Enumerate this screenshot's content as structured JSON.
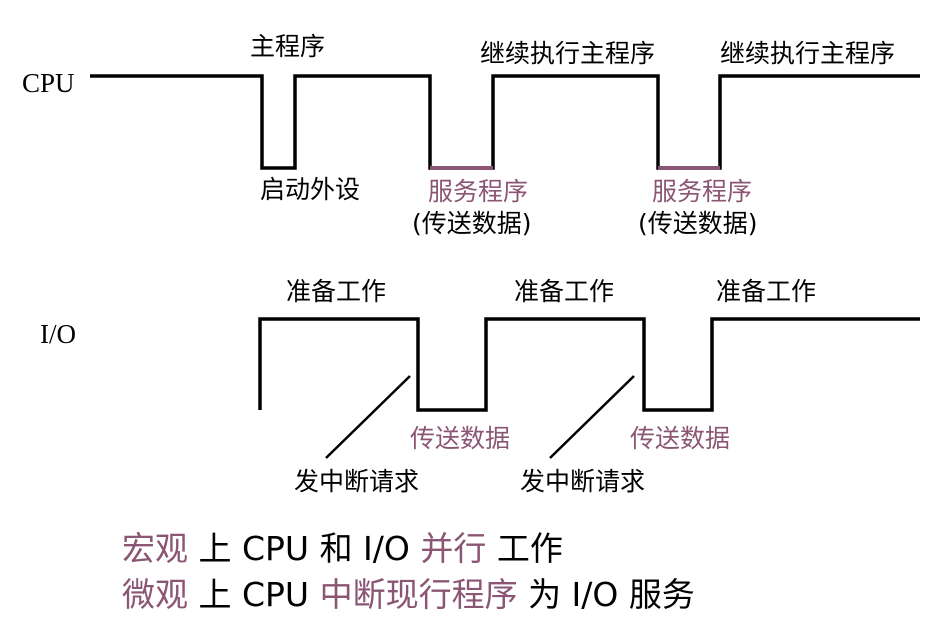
{
  "colors": {
    "ink": "#000000",
    "accent": "#8b5674"
  },
  "cpu": {
    "row_label": "CPU",
    "main_program": "主程序",
    "start_device": "启动外设",
    "continue_main_1": "继续执行主程序",
    "continue_main_2": "继续执行主程序",
    "service_1": "服务程序",
    "service_1_sub": "(传送数据)",
    "service_2": "服务程序",
    "service_2_sub": "(传送数据)"
  },
  "io": {
    "row_label": "I/O",
    "prepare_1": "准备工作",
    "prepare_2": "准备工作",
    "prepare_3": "准备工作",
    "transfer_1": "传送数据",
    "transfer_2": "传送数据",
    "interrupt_1": "发中断请求",
    "interrupt_2": "发中断请求"
  },
  "summary": {
    "line1": [
      {
        "text": "宏观",
        "accent": true
      },
      {
        "text": " 上 CPU 和 I/O ",
        "accent": false
      },
      {
        "text": "并行",
        "accent": true
      },
      {
        "text": " 工作",
        "accent": false
      }
    ],
    "line2": [
      {
        "text": "微观",
        "accent": true
      },
      {
        "text": " 上 CPU ",
        "accent": false
      },
      {
        "text": "中断现行程序",
        "accent": true
      },
      {
        "text": " 为 I/O 服务",
        "accent": false
      }
    ]
  }
}
